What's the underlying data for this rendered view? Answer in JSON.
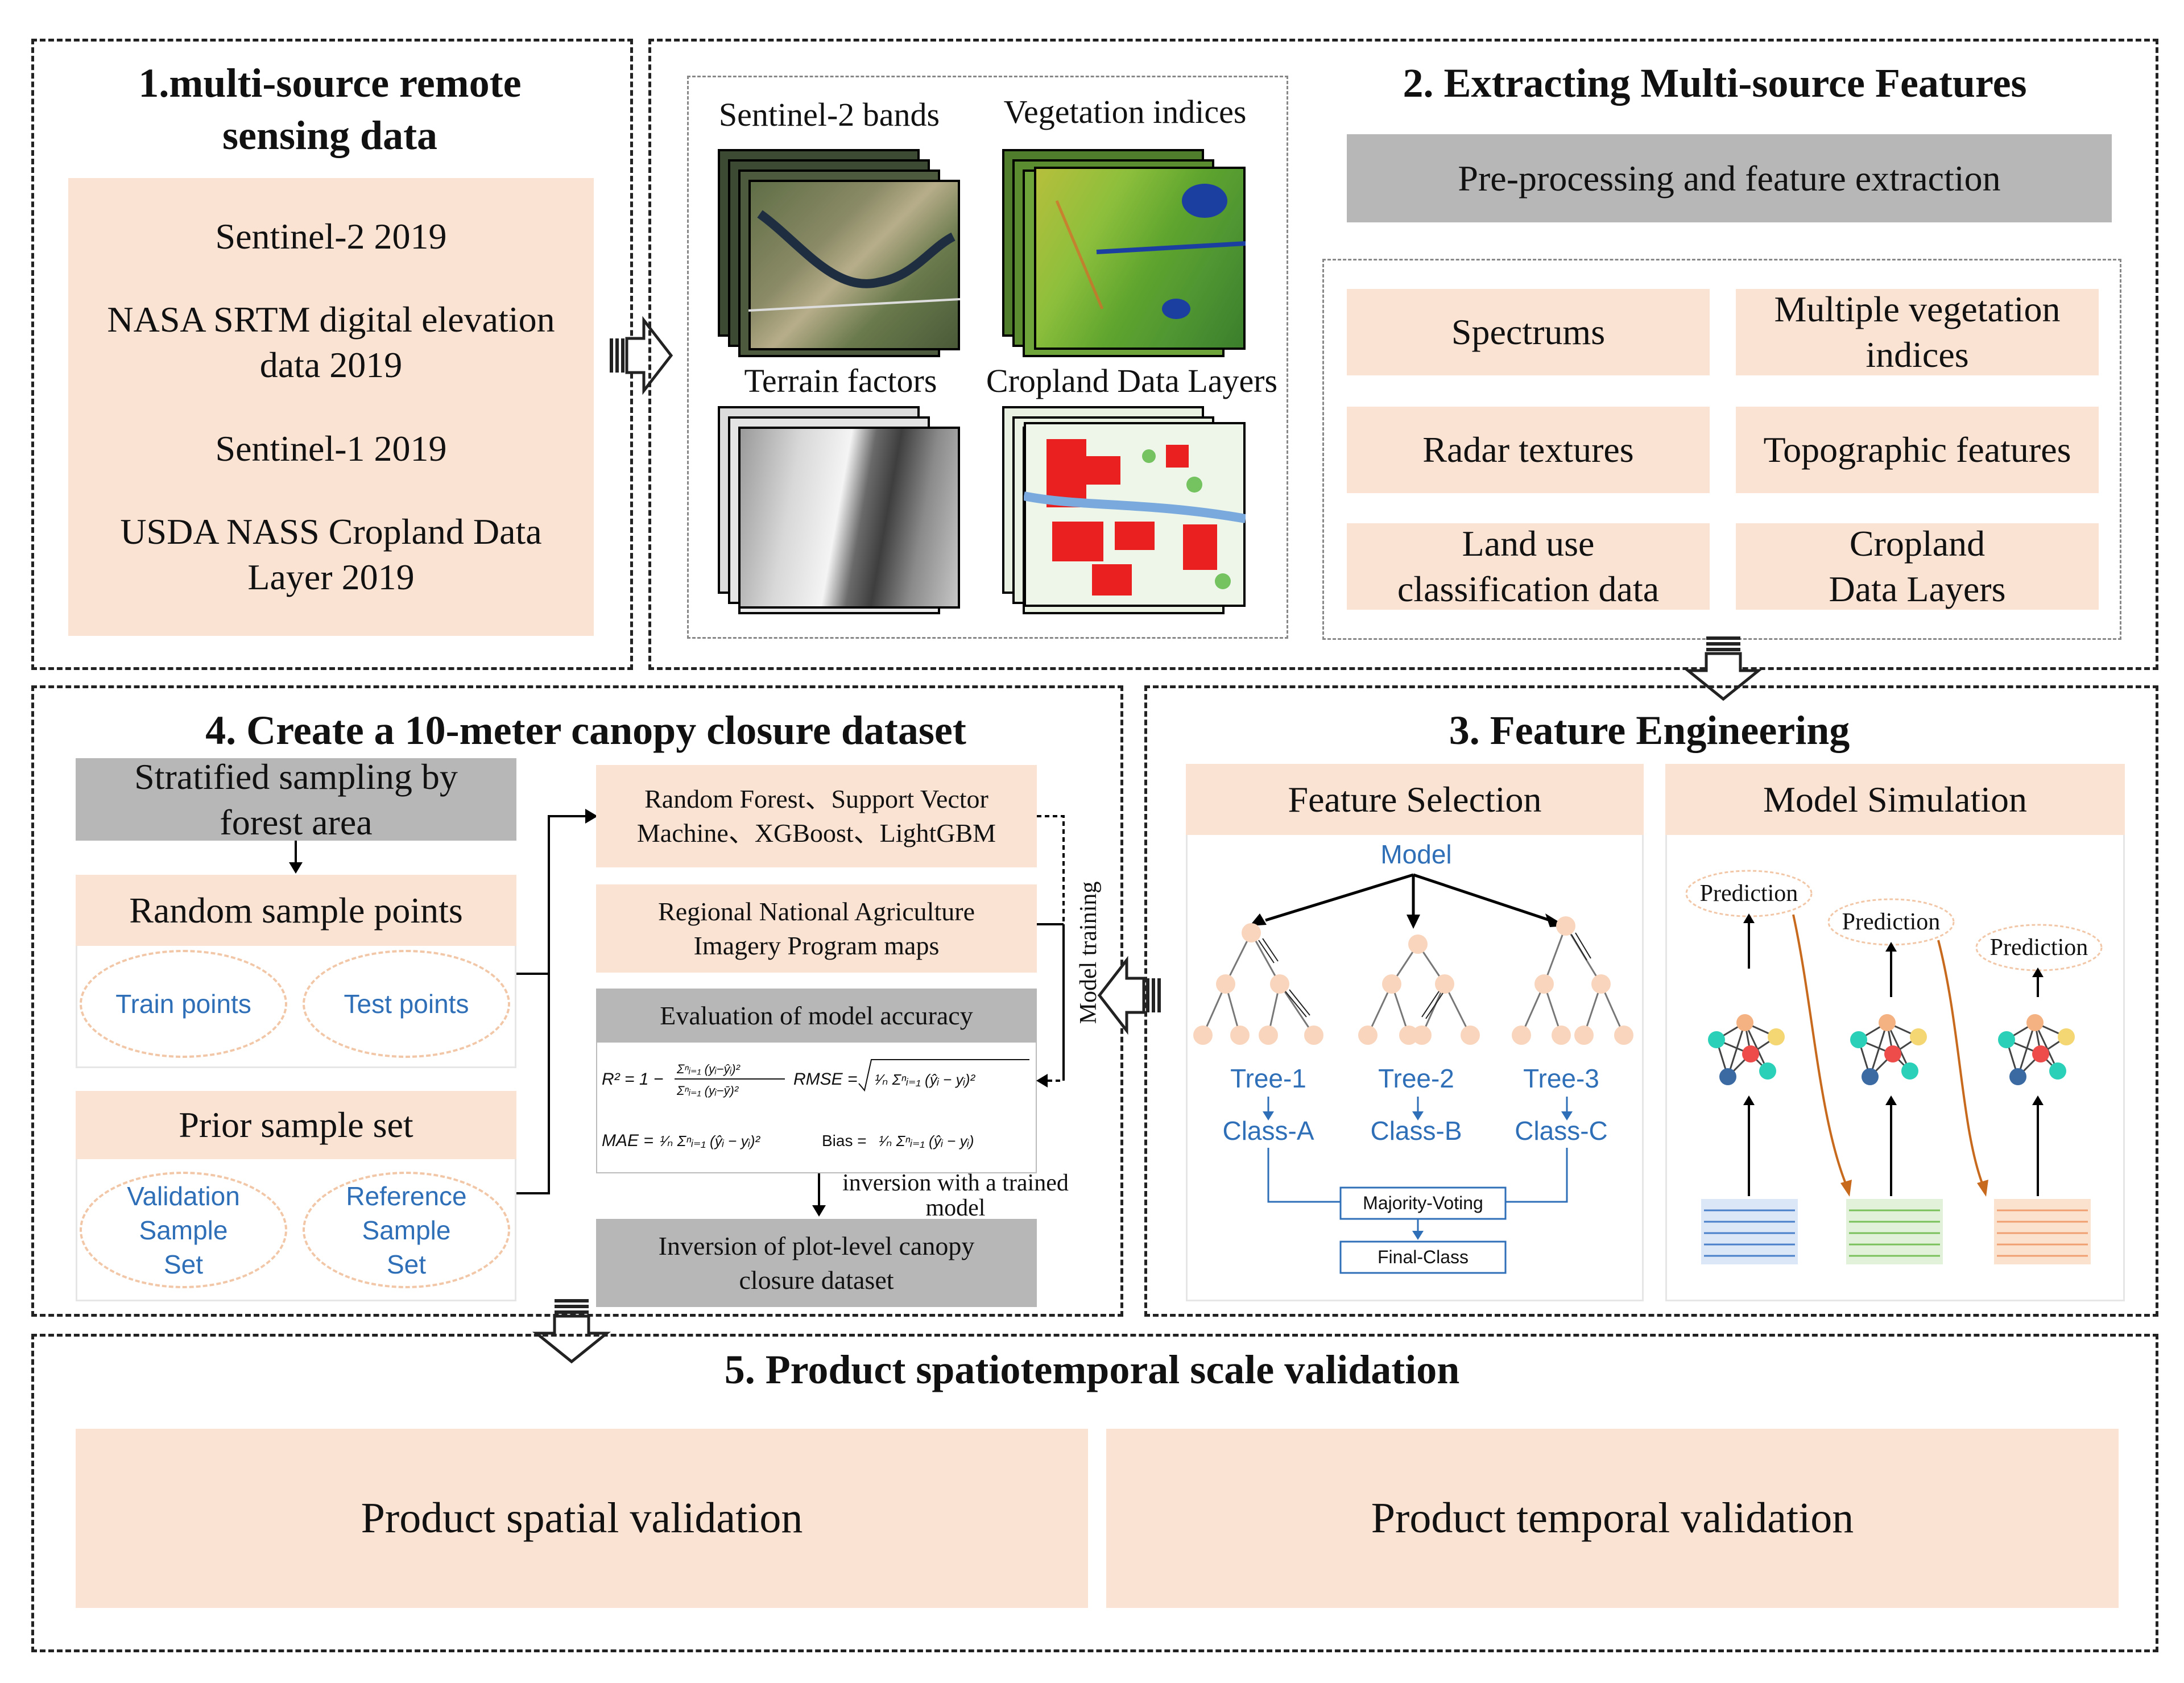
{
  "panel1": {
    "title": "1.multi-source remote sensing data",
    "items": [
      "Sentinel-2 2019",
      "NASA SRTM digital elevation data 2019",
      "Sentinel-1 2019",
      "USDA NASS Cropland Data Layer 2019"
    ]
  },
  "panel2": {
    "title": "2. Extracting Multi-source Features",
    "image_labels": [
      "Sentinel-2 bands",
      "Vegetation indices",
      "Terrain factors",
      "Cropland Data Layers"
    ],
    "preprocess": "Pre-processing and feature extraction",
    "features": [
      "Spectrums",
      "Multiple vegetation indices",
      "Radar textures",
      "Topographic features",
      "Land use classification data",
      "Cropland Data Layers"
    ]
  },
  "panel3": {
    "title": "3. Feature Engineering",
    "feature_selection": "Feature Selection",
    "model_simulation": "Model Simulation",
    "model": "Model",
    "trees": [
      "Tree-1",
      "Tree-2",
      "Tree-3"
    ],
    "classes": [
      "Class-A",
      "Class-B",
      "Class-C"
    ],
    "majority_voting": "Majority-Voting",
    "final_class": "Final-Class",
    "prediction": "Prediction"
  },
  "panel4": {
    "title": "4. Create a 10-meter canopy closure dataset",
    "stratified": "Stratified sampling by forest area",
    "random_points": "Random sample points",
    "train_points": "Train points",
    "test_points": "Test points",
    "prior_set": "Prior sample set",
    "validation_set": "Validation Sample Set",
    "reference_set": "Reference Sample Set",
    "models": "Random Forest、Support Vector Machine、XGBoost、LightGBM",
    "naip": "Regional National Agriculture Imagery Program maps",
    "evaluation": "Evaluation of model accuracy",
    "model_training": "Model training",
    "inversion_note": "inversion with a trained model",
    "inversion": "Inversion of plot-level canopy closure dataset",
    "formula_r2": "R² = 1 − Σⁿᵢ₌₁(yᵢ−ŷᵢ)² / Σⁿᵢ₌₁(yᵢ−ȳ)²",
    "formula_rmse": "RMSE = √( 1/n Σⁿᵢ₌₁ (ŷᵢ − yᵢ)² )",
    "formula_mae": "MAE = 1/n Σⁿᵢ₌₁ (ŷᵢ − yᵢ)²",
    "formula_bias": "Bias = 1/n Σⁿᵢ₌₁ (ŷᵢ − yᵢ)"
  },
  "panel5": {
    "title": "5. Product spatiotemporal scale validation",
    "spatial": "Product spatial validation",
    "temporal": "Product temporal validation"
  },
  "colors": {
    "peach": "#fbe3d3",
    "grey": "#b7b7b7",
    "blue_text": "#2e6fb7",
    "node_peach": "#f9d5bd"
  }
}
